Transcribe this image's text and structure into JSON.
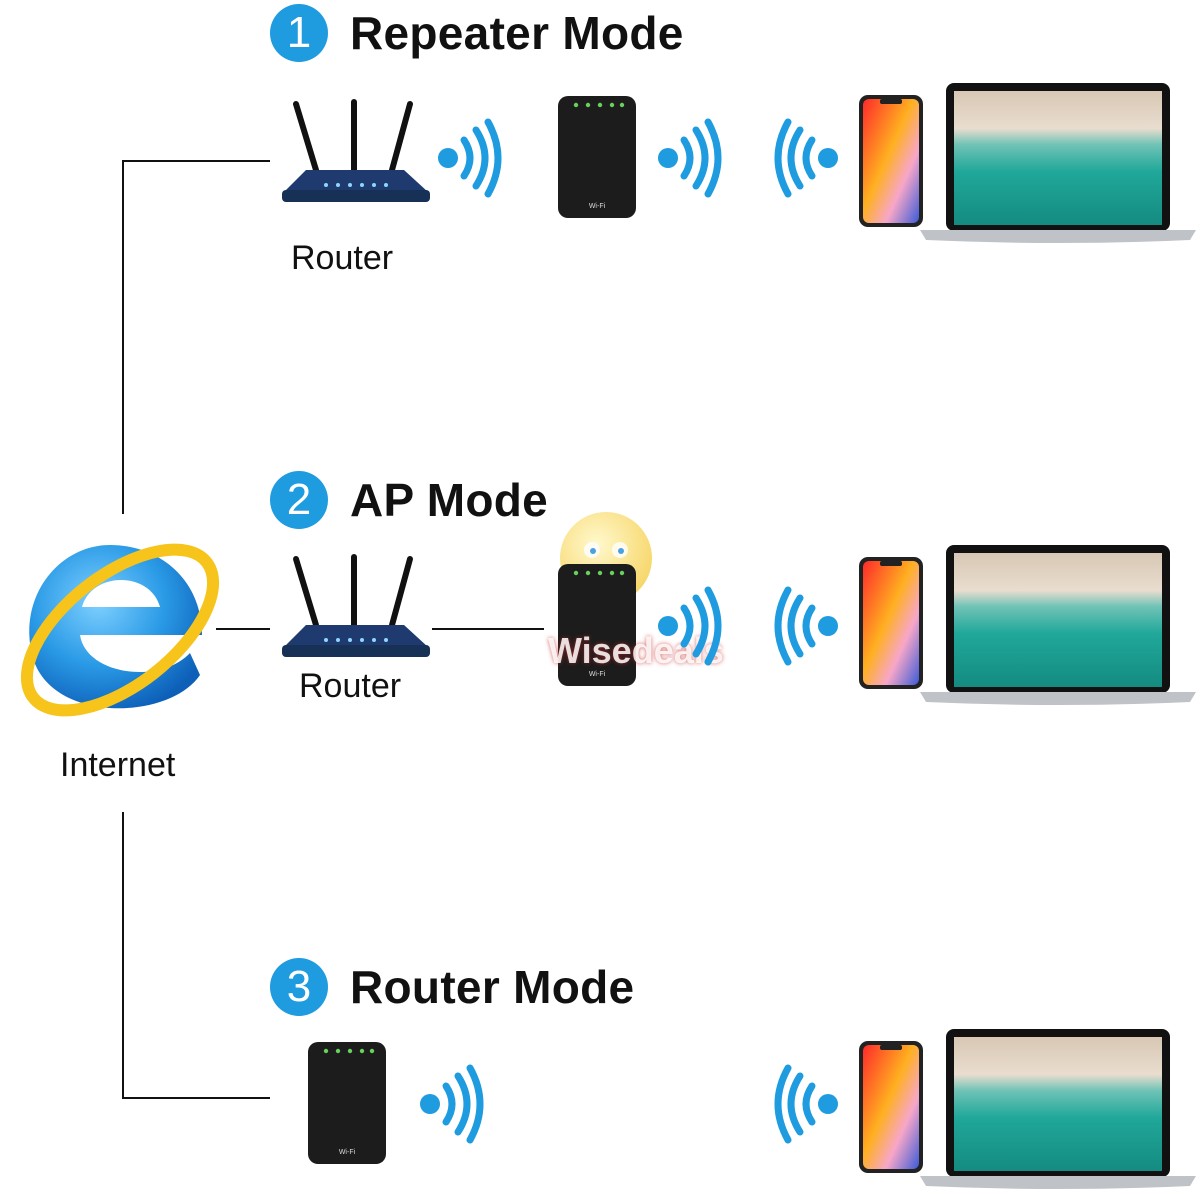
{
  "internet": {
    "label": "Internet",
    "icon": "internet-explorer-icon"
  },
  "modes": [
    {
      "number": "1",
      "title": "Repeater Mode",
      "router_label": "Router"
    },
    {
      "number": "2",
      "title": "AP Mode",
      "router_label": "Router"
    },
    {
      "number": "3",
      "title": "Router Mode"
    }
  ],
  "watermark": {
    "text": "Wisedeals"
  },
  "colors": {
    "accent": "#1f9be0",
    "line": "#111111",
    "device_black": "#1c1c1c"
  }
}
